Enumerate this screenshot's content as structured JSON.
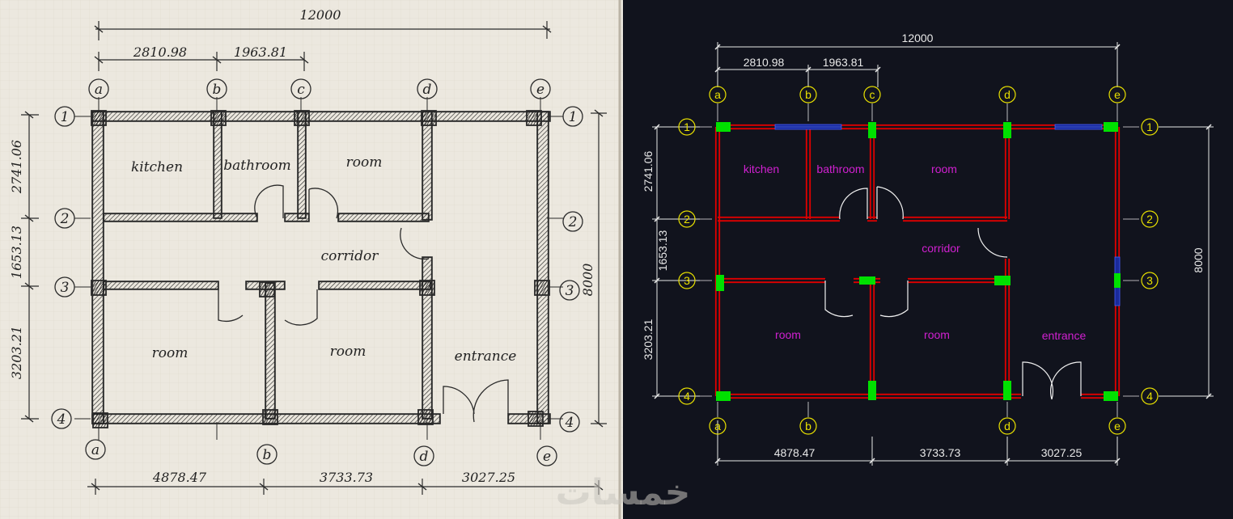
{
  "dimensions": {
    "overall_width": "12000",
    "overall_height": "8000",
    "top": [
      "2810.98",
      "1963.81"
    ],
    "bottom": [
      "4878.47",
      "3733.73",
      "3027.25"
    ],
    "left": [
      "2741.06",
      "1653.13",
      "3203.21"
    ]
  },
  "grid_axes": {
    "letters": [
      "a",
      "b",
      "c",
      "d",
      "e"
    ],
    "numbers": [
      "1",
      "2",
      "3",
      "4"
    ]
  },
  "rooms": {
    "kitchen": "kitchen",
    "bathroom": "bathroom",
    "room": "room",
    "corridor": "corridor",
    "entrance": "entrance"
  },
  "watermark": "خمسات",
  "colors": {
    "paper": "#ece8df",
    "ink": "#2a2a2a",
    "cad_bg": "#11131d",
    "cad_wall": "#e00000",
    "cad_column": "#00e000",
    "cad_window": "#1a2a9a",
    "cad_text": "#d020d0",
    "cad_axis": "#e8e000",
    "cad_dim": "#e8e8e8"
  }
}
